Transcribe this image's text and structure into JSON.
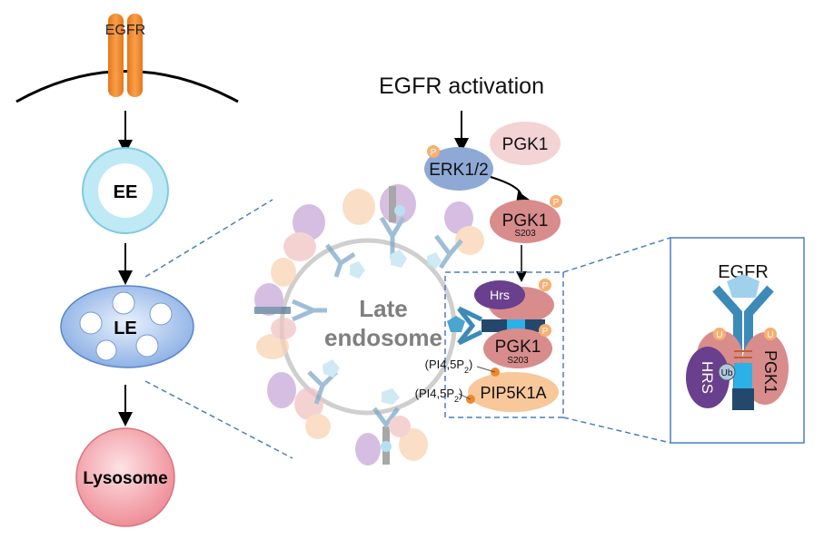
{
  "pathway": {
    "receptor_label": "EGFR",
    "ee_label": "EE",
    "le_label": "LE",
    "lysosome_label": "Lysosome"
  },
  "endosome": {
    "label_line1": "Late",
    "label_line2": "endosome"
  },
  "signaling": {
    "activation_label": "EGFR activation",
    "erk_label": "ERK1/2",
    "pgk1_label": "PGK1",
    "pgk1_p_label": "PGK1",
    "pgk1_p_site": "S203",
    "hrs_label": "Hrs",
    "pgk1_complex_label": "PGK1",
    "pgk1_complex_site": "S203",
    "pip5k1a_label": "PIP5K1A",
    "pip_label_1": "(PI4,5P",
    "pip_sub": "2",
    "pip_close": ")",
    "pip_label_2": "(PI4,5P",
    "phospho_mark": "P"
  },
  "inset": {
    "egfr_label": "EGFR",
    "hrs_label": "HRS",
    "pgk1_label": "PGK1",
    "ub_label": "Ub",
    "u_mark": "U"
  },
  "colors": {
    "egfr_orange": "#f08a2c",
    "ee_blue": "#bfe9f5",
    "le_blue": "#a9c8ef",
    "lysosome_red": "#f0a0a8",
    "erk_blue": "#8fa9d6",
    "pgk1_pink": "#f3d3d3",
    "pgk1_red": "#d98c8c",
    "hrs_purple": "#6a3f8e",
    "pip_orange": "#f8c79a",
    "dash_blue": "#4a7fc0"
  }
}
